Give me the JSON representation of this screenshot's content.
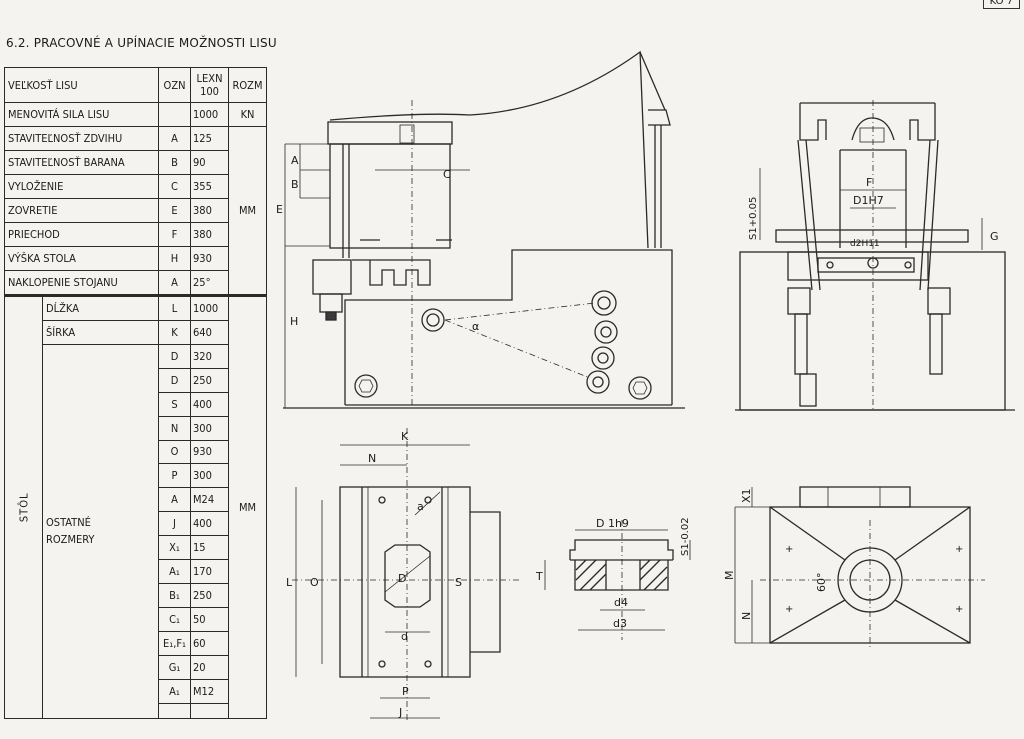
{
  "page": {
    "title": "6.2. Pracovné a upínacie možnosti lisu",
    "corner_tag": "KO 7"
  },
  "spec_table": {
    "header": {
      "size": "Veľkosť lisu",
      "code": "OZN",
      "model": "LEXN 100",
      "unit": "ROZM"
    },
    "press_rows": [
      {
        "name": "Menovitá sila lisu",
        "code": "",
        "value": "1000",
        "unit": "kN"
      },
      {
        "name": "Staviteľnosť zdvihu",
        "code": "A",
        "value": "125",
        "unit": ""
      },
      {
        "name": "Staviteľnosť barana",
        "code": "B",
        "value": "90",
        "unit": ""
      },
      {
        "name": "Vyloženie",
        "code": "C",
        "value": "355",
        "unit": ""
      },
      {
        "name": "Zovretie",
        "code": "E",
        "value": "380",
        "unit": "MM"
      },
      {
        "name": "Priechod",
        "code": "F",
        "value": "380",
        "unit": ""
      },
      {
        "name": "Výška stola",
        "code": "H",
        "value": "930",
        "unit": ""
      },
      {
        "name": "Naklopenie stojanu",
        "code": "α",
        "value": "25°",
        "unit": ""
      }
    ],
    "table_label": "STÔL",
    "table_rows_named": [
      {
        "name": "Dĺžka",
        "code": "L",
        "value": "1000"
      },
      {
        "name": "Šírka",
        "code": "K",
        "value": "640"
      }
    ],
    "other_label_1": "OSTATNÉ",
    "other_label_2": "ROZMERY",
    "other_unit": "MM",
    "table_rows_other": [
      {
        "code": "D",
        "value": "320"
      },
      {
        "code": "d",
        "value": "250"
      },
      {
        "code": "S",
        "value": "400"
      },
      {
        "code": "N",
        "value": "300"
      },
      {
        "code": "O",
        "value": "930"
      },
      {
        "code": "P",
        "value": "300"
      },
      {
        "code": "a",
        "value": "M24"
      },
      {
        "code": "J",
        "value": "400"
      },
      {
        "code": "X₁",
        "value": "15"
      },
      {
        "code": "A₁",
        "value": "170"
      },
      {
        "code": "B₁",
        "value": "250"
      },
      {
        "code": "C₁",
        "value": "50"
      },
      {
        "code": "E₁,F₁",
        "value": "60"
      },
      {
        "code": "G₁",
        "value": "20"
      },
      {
        "code": "a₁",
        "value": "M12"
      }
    ]
  },
  "drawing_labels": {
    "side_view": {
      "A": "A",
      "B": "B",
      "C": "C",
      "E": "E",
      "H": "H",
      "alpha": "α"
    },
    "front_view": {
      "S1": "S1+0.05",
      "F": "F",
      "D1": "D1H7",
      "d2": "d2H11",
      "G": "G"
    },
    "table_plan": {
      "K": "K",
      "N": "N",
      "a": "a",
      "D": "D",
      "L": "L",
      "O": "O",
      "S": "S",
      "d": "d",
      "P": "P",
      "J": "J"
    },
    "insert": {
      "D": "D 1h9",
      "S1": "S1-0.02",
      "T": "T",
      "d4": "d4",
      "d3": "d3"
    },
    "table_side": {
      "X1": "X1",
      "M": "M",
      "N": "N",
      "angle": "60°"
    }
  }
}
